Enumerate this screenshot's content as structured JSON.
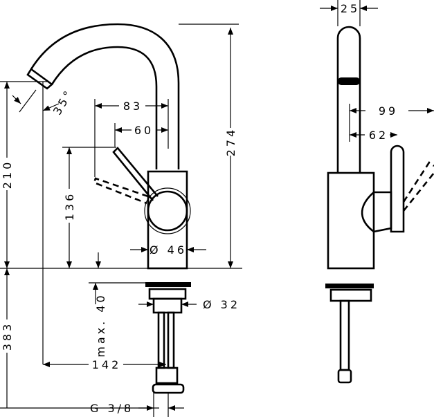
{
  "dimensions": {
    "top_width": "25",
    "side_reach_99": "99",
    "side_reach_62": "62",
    "total_height": "274",
    "spout_height": "210",
    "below_deck": "383",
    "lever_height": "136",
    "lever_reach_83": "83",
    "lever_reach_60": "60",
    "spout_angle": "35°",
    "body_diameter": "Ø 46",
    "mount_diameter": "Ø 32",
    "deck_thickness": "max. 40",
    "spout_projection": "142",
    "connection_thread": "G 3/8"
  }
}
